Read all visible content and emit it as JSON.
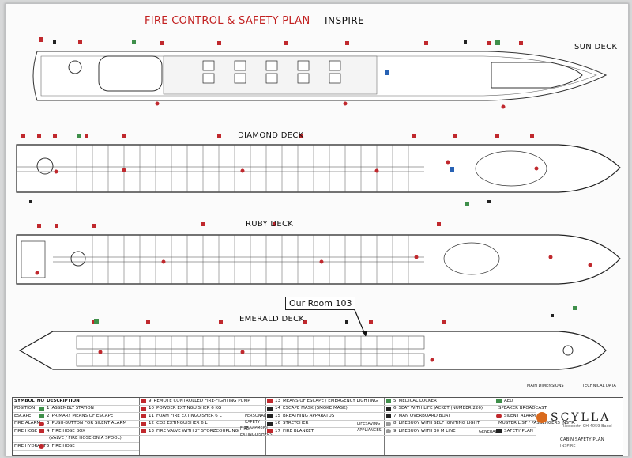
{
  "header": {
    "title_part1": "FIRE CONTROL ",
    "title_amp": "&",
    "title_part2": " SAFETY PLAN",
    "subtitle": "INSPIRE"
  },
  "decks": {
    "sun": "SUN DECK",
    "diamond": "DIAMOND DECK",
    "ruby": "RUBY DECK",
    "emerald": "EMERALD DECK"
  },
  "annotation": {
    "room": "Our Room 103"
  },
  "legend": {
    "header_symbol": "SYMBOL",
    "header_no": "NO",
    "header_desc": "DESCRIPTION",
    "col1": [
      {
        "cat": "POSITION",
        "no": "1",
        "desc": "ASSEMBLY STATION"
      },
      {
        "cat": "ESCAPE",
        "no": "2",
        "desc": "PRIMARY MEANS OF ESCAPE"
      },
      {
        "cat": "FIRE ALARM",
        "no": "3",
        "desc": "PUSH-BUTTON FOR SILENT ALARM"
      },
      {
        "cat": "FIRE HOSE",
        "no": "4",
        "desc": "FIRE HOSE BOX"
      },
      {
        "cat": "",
        "no": "",
        "desc": "(VALVE / FIRE HOSE ON A SPOOL)"
      },
      {
        "cat": "FIRE HYDRANT",
        "no": "5",
        "desc": "FIRE HOSE"
      }
    ],
    "col2_cat": "FIRE EXTINGUISHERS",
    "col2": [
      {
        "no": "9",
        "desc": "REMOTE CONTROLLED FIRE-FIGHTING PUMP"
      },
      {
        "no": "10",
        "desc": "POWDER EXTINGUISHER 6 KG"
      },
      {
        "no": "11",
        "desc": "FOAM FIRE EXTINGUISHER 6 L"
      },
      {
        "no": "12",
        "desc": "CO2 EXTINGUISHER 6 L"
      },
      {
        "no": "13",
        "desc": "FIRE VALVE WITH 2\" STORZCOUPLING"
      }
    ],
    "col3_cat": "PERSONAL SAFETY EQUIPMENT",
    "col3": [
      {
        "no": "13",
        "desc": "MEANS OF ESCAPE / EMERGENCY LIGHTING"
      },
      {
        "no": "14",
        "desc": "ESCAPE MASK (SMOKE MASK)"
      },
      {
        "no": "15",
        "desc": "BREATHING APPARATUS"
      },
      {
        "no": "16",
        "desc": "STRETCHER"
      },
      {
        "no": "17",
        "desc": "FIRE BLANKET"
      }
    ],
    "col4_cat": "LIFESAVING APPLIANCES",
    "col4": [
      {
        "no": "5",
        "desc": "MEDICAL LOCKER"
      },
      {
        "no": "6",
        "desc": "SEAT WITH LIFE JACKET (NUMBER 226)"
      },
      {
        "no": "7",
        "desc": "MAN OVERBOARD BOAT"
      },
      {
        "no": "8",
        "desc": "LIFEBUOY WITH SELF IGNITING LIGHT"
      },
      {
        "no": "9",
        "desc": "LIFEBUOY WITH 30 M LINE"
      }
    ],
    "col5_cat": "GENERAL",
    "col5": [
      {
        "no": "",
        "desc": "AED"
      },
      {
        "no": "",
        "desc": "SPEAKER BROADCAST"
      },
      {
        "no": "",
        "desc": "SILENT ALARM"
      },
      {
        "no": "",
        "desc": "MUSTER LIST / PASSENGERS INSTR."
      },
      {
        "no": "",
        "desc": "SAFETY PLAN"
      }
    ]
  },
  "tech": {
    "main_dims": "MAIN DIMENSIONS",
    "tech_data": "TECHNICAL DATA"
  },
  "brand": {
    "name": "SCYLLA",
    "address": "Riedenstr. CH-4059 Basel",
    "plan": "CABIN SAFETY PLAN",
    "ship": "INSPIRE"
  },
  "colors": {
    "red": "#c0282d",
    "green": "#3f8f4a",
    "line": "#333333"
  }
}
